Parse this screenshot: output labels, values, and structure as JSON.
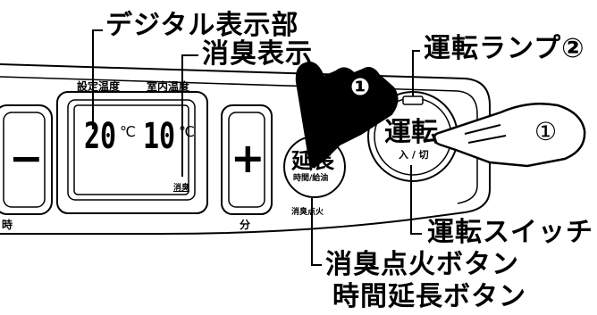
{
  "callouts": {
    "digital_display": "デジタル表示部",
    "deodorize_display": "消臭表示",
    "run_lamp": "運転ランプ②",
    "run_switch": "運転スイッチ",
    "deodorize_ignite_button": "消臭点火ボタン",
    "time_extend_button": "時間延長ボタン"
  },
  "panel": {
    "set_temp_label": "設定温度",
    "room_temp_label": "室内温度",
    "set_temp_value": "20",
    "room_temp_value": "10",
    "temp_unit": "℃",
    "deodorize_indicator": "消臭",
    "minus_symbol": "−",
    "plus_symbol": "+",
    "hour_label": "時",
    "minute_label": "分"
  },
  "extend_button": {
    "main_label": "延長",
    "sub_label": "時間/給油",
    "under_label": "消臭点火"
  },
  "run_button": {
    "main_label": "運転",
    "sub_label": "入 / 切"
  },
  "steps": {
    "step1": "①",
    "step1_filled": "❶"
  }
}
